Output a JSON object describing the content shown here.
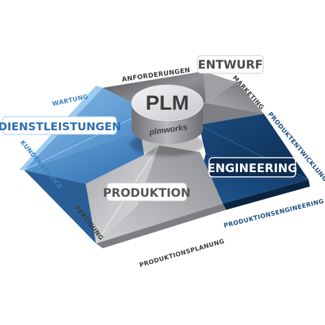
{
  "center": {
    "title": "PLM",
    "brand": "plmworks"
  },
  "quadrants": {
    "entwurf": {
      "label": "ENTWURF",
      "items": [
        "ANFORDERUNGEN",
        "MARKETING"
      ]
    },
    "dienstleistungen": {
      "label": "DIENSTLEISTUNGEN",
      "items": [
        "WARTUNG",
        "KUNDENSERVICE"
      ]
    },
    "engineering": {
      "label": "ENGINEERING",
      "items": [
        "PRODUKTENTWICKLUNG",
        "PRODUKTIONSENGINEERING"
      ]
    },
    "produktion": {
      "label": "PRODUKTION",
      "items": [
        "FERTIGUNG",
        "PRODUKTIONSPLANUNG"
      ]
    }
  },
  "colors": {
    "blue_light": "#5b9bd5",
    "blue_dark": "#123a66",
    "gray_light": "#c9cacc",
    "gray_dark": "#5d5f63",
    "text_dark": "#3a3a3a",
    "text_blue": "#1e4f86",
    "text_lightblue": "#3b82c4"
  }
}
